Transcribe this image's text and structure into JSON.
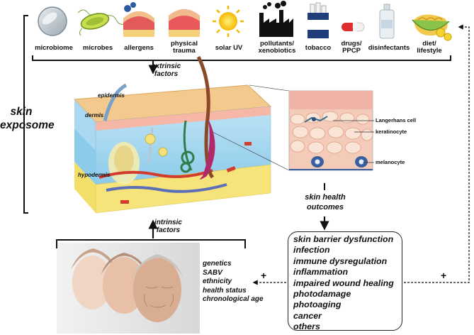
{
  "exposome_label": [
    "skin",
    "exposome"
  ],
  "exposures": [
    {
      "label": "microbiome",
      "icon": "microbiome-petri-dish-icon"
    },
    {
      "label": "microbes",
      "icon": "microbe-bacterium-icon"
    },
    {
      "label": "allergens",
      "icon": "allergen-skin-icon"
    },
    {
      "label": "physical\ntrauma",
      "icon": "trauma-skin-icon"
    },
    {
      "label": "solar UV",
      "icon": "sun-icon"
    },
    {
      "label": "pollutants/\nxenobiotics",
      "icon": "factory-icon"
    },
    {
      "label": "tobacco",
      "icon": "cigarette-pack-icon"
    },
    {
      "label": "drugs/\nPPCP",
      "icon": "capsule-icon"
    },
    {
      "label": "disinfectants",
      "icon": "disinfectant-bottle-icon"
    },
    {
      "label": "diet/\nlifestyle",
      "icon": "food-bowl-icon"
    }
  ],
  "extrinsic_label": "extrinsic\nfactors",
  "intrinsic_label": "intrinsic\nfactors",
  "skin_layers": {
    "epidermis": "epidermis",
    "dermis": "dermis",
    "hypodermis": "hypodermis"
  },
  "cell_labels": {
    "langerhans": "Langerhans cell",
    "keratinocyte": "keratinocyte",
    "melanocyte": "melanocyte"
  },
  "outcomes_title": "skin health\noutcomes",
  "outcomes": [
    "skin barrier dysfunction",
    "infection",
    "immune dysregulation",
    "inflammation",
    "impaired wound healing",
    "photodamage",
    "photoaging",
    "cancer",
    "others"
  ],
  "intrinsic_factors": [
    "genetics",
    "SABV",
    "ethnicity",
    "health status",
    "chronological age"
  ],
  "plus_sign": "+"
}
